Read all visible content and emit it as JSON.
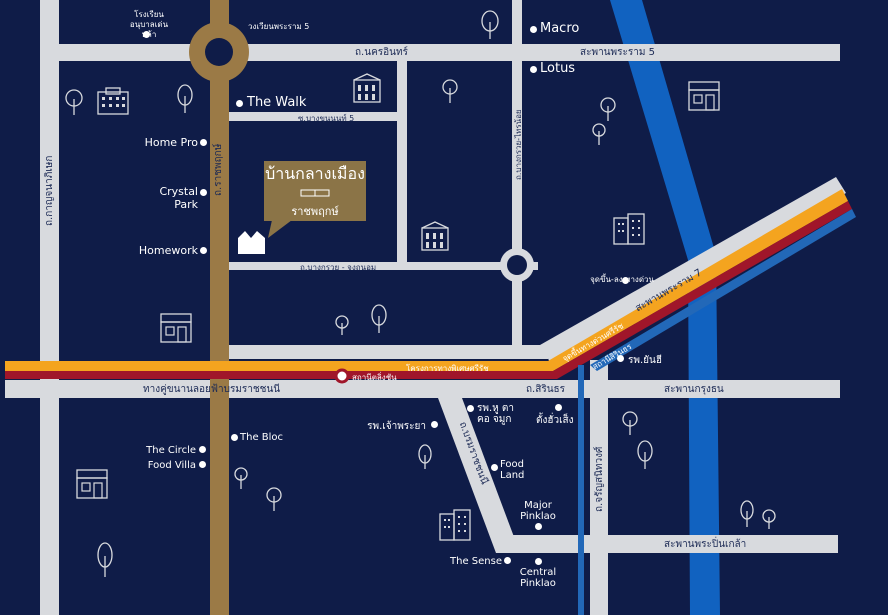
{
  "map": {
    "project": {
      "name_line1": "บ้านกลางเมือง",
      "name_line2": "ราชพฤกษ์"
    },
    "roads": {
      "nakhon_in": "ถ.นครอินทร์",
      "phra_ram_5_bridge": "สะพานพระราม 5",
      "phra_ram_5_circle": "วงเวียนพระราม 5",
      "bang_khun_non_soi": "ซ.บางขุนนนท์ 5",
      "bang_kruai_jongthanom": "ถ.บางกรวย - จงถนอม",
      "ratchaphruek": "ถ.ราชพฤกษ์",
      "kanchanaphisek": "ถ.กาญจนาภิเษก",
      "bang_kruai_sai_noi": "ถ.บางกรวย-ไทรน้อย",
      "borommaratchachonnani_elevated": "ทางคู่ขนานลอยฟ้าบรมราชชนนี",
      "sirindhorn": "ถ.สิรินธร",
      "borommaratchachonnani": "ถ.บรมราชชนนี",
      "charan_sanitwong": "ถ.จรัญสนิทวงศ์",
      "phra_ram_7_bridge": "สะพานพระราม 7",
      "krung_thon_bridge": "สะพานกรุงธน",
      "pin_klao_bridge": "สะพานพระปิ่นเกล้า"
    },
    "transit": {
      "red_line_project": "โครงการทางพิเศษศรีรัช",
      "taling_chan_station": "สถานีตลิ่งชัน",
      "srirat_expressway": "จุดขึ้นทางด่วนศรีรัช",
      "sirindhorn_station": "สถานีสิรินธร",
      "expressway_entry": "จุดขึ้น-ลง ทางด่วน"
    },
    "places": {
      "school": "โรงเรียนอนุบาลเด่นหล้า",
      "macro": "Macro",
      "lotus": "Lotus",
      "the_walk": "The Walk",
      "home_pro": "Home Pro",
      "crystal_park": "Crystal Park",
      "homework": "Homework",
      "hospital_yanhee": "รพ.ยันฮี",
      "hospital_chaophraya": "รพ.เจ้าพระยา",
      "hospital_ent": "รพ.หู ตา คอ จมูก",
      "tang_hua_seng": "ตั้งฮั่วเส็ง",
      "the_bloc": "The Bloc",
      "the_circle": "The Circle",
      "food_villa": "Food Villa",
      "food_land": "Food Land",
      "major_pinklao": "Major Pinklao",
      "the_sense": "The Sense",
      "central_pinklao": "Central Pinklao"
    },
    "icons": [
      "tree-icon",
      "building-icon",
      "shop-icon",
      "house-icon"
    ],
    "colors": {
      "background": "#0f1c48",
      "road": "#d8dade",
      "main_road": "#9b7a46",
      "river": "#1162c0",
      "rail_orange": "#f4a41f",
      "rail_red": "#a0162a",
      "rail_blue": "#2268b8"
    }
  }
}
